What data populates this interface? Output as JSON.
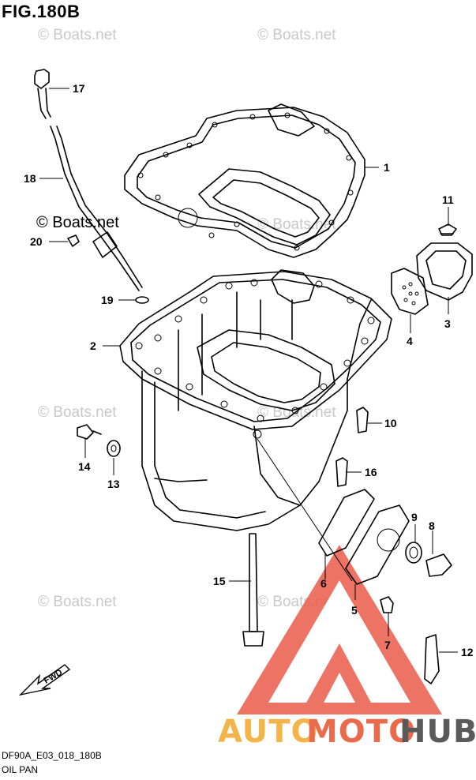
{
  "figure": {
    "title": "FIG.180B",
    "code": "DF90A_E03_018_180B",
    "name": "OIL PAN",
    "copyright": "© Boats.net",
    "watermark": "© Boats.net"
  },
  "callouts": {
    "c1": "1",
    "c2": "2",
    "c3": "3",
    "c4": "4",
    "c5": "5",
    "c6": "6",
    "c7": "7",
    "c8": "8",
    "c9": "9",
    "c10": "10",
    "c11": "11",
    "c12": "12",
    "c13": "13",
    "c14": "14",
    "c15": "15",
    "c16": "16",
    "c17": "17",
    "c18": "18",
    "c19": "19",
    "c20": "20"
  },
  "arrow_label": "FWD",
  "brand": {
    "part1": "AUTO",
    "part2": "MOTO",
    "part3": "HUB"
  },
  "colors": {
    "logo_red": "#ea5a4a",
    "logo_orange": "#f3b54a",
    "logo_gray": "#5a5a5a"
  }
}
